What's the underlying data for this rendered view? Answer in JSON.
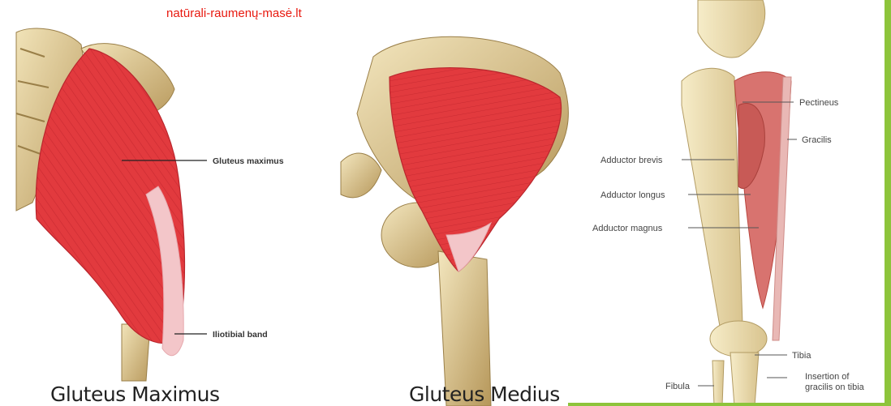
{
  "watermark": "natūrali-raumenų-masė.lt",
  "panels": [
    {
      "caption": "Gluteus Maximus",
      "labels": [
        "Gluteus maximus",
        "Iliotibial band"
      ]
    },
    {
      "caption": "Gluteus Medius",
      "labels": []
    },
    {
      "caption": "",
      "labels": [
        "Pectineus",
        "Gracilis",
        "Adductor brevis",
        "Adductor longus",
        "Adductor magnus",
        "Tibia",
        "Fibula",
        "Insertion of",
        "gracilis on tibia"
      ]
    }
  ],
  "colors": {
    "muscle": "#e33a3f",
    "tendon": "#f3c6c9",
    "bone": "#e9d9a8",
    "accent_border": "#8dc43b",
    "watermark": "#e8190f"
  }
}
